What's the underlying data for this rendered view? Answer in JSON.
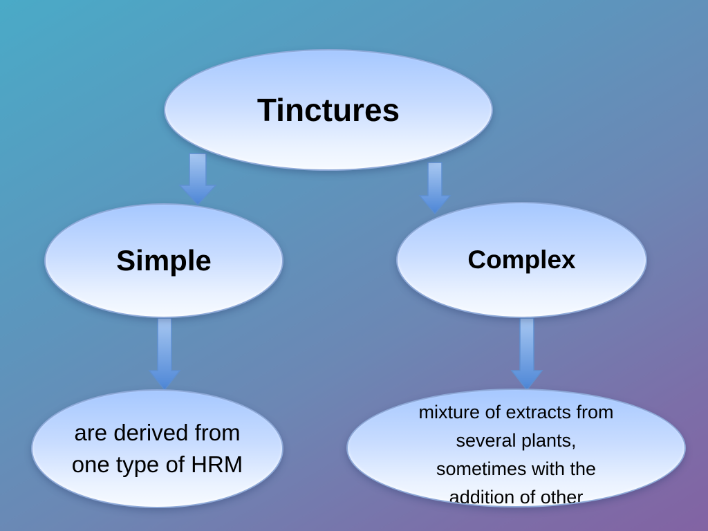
{
  "diagram": {
    "root": {
      "label": "Tinctures"
    },
    "branches": [
      {
        "label": "Simple",
        "description": "are derived from one type of HRM"
      },
      {
        "label": "Complex",
        "description": "mixture of extracts from several plants, sometimes with the addition of other"
      }
    ]
  },
  "colors": {
    "node_fill_top": "#a6c8ff",
    "node_fill_bottom": "#f6faff",
    "arrow": "#5b90dc"
  }
}
